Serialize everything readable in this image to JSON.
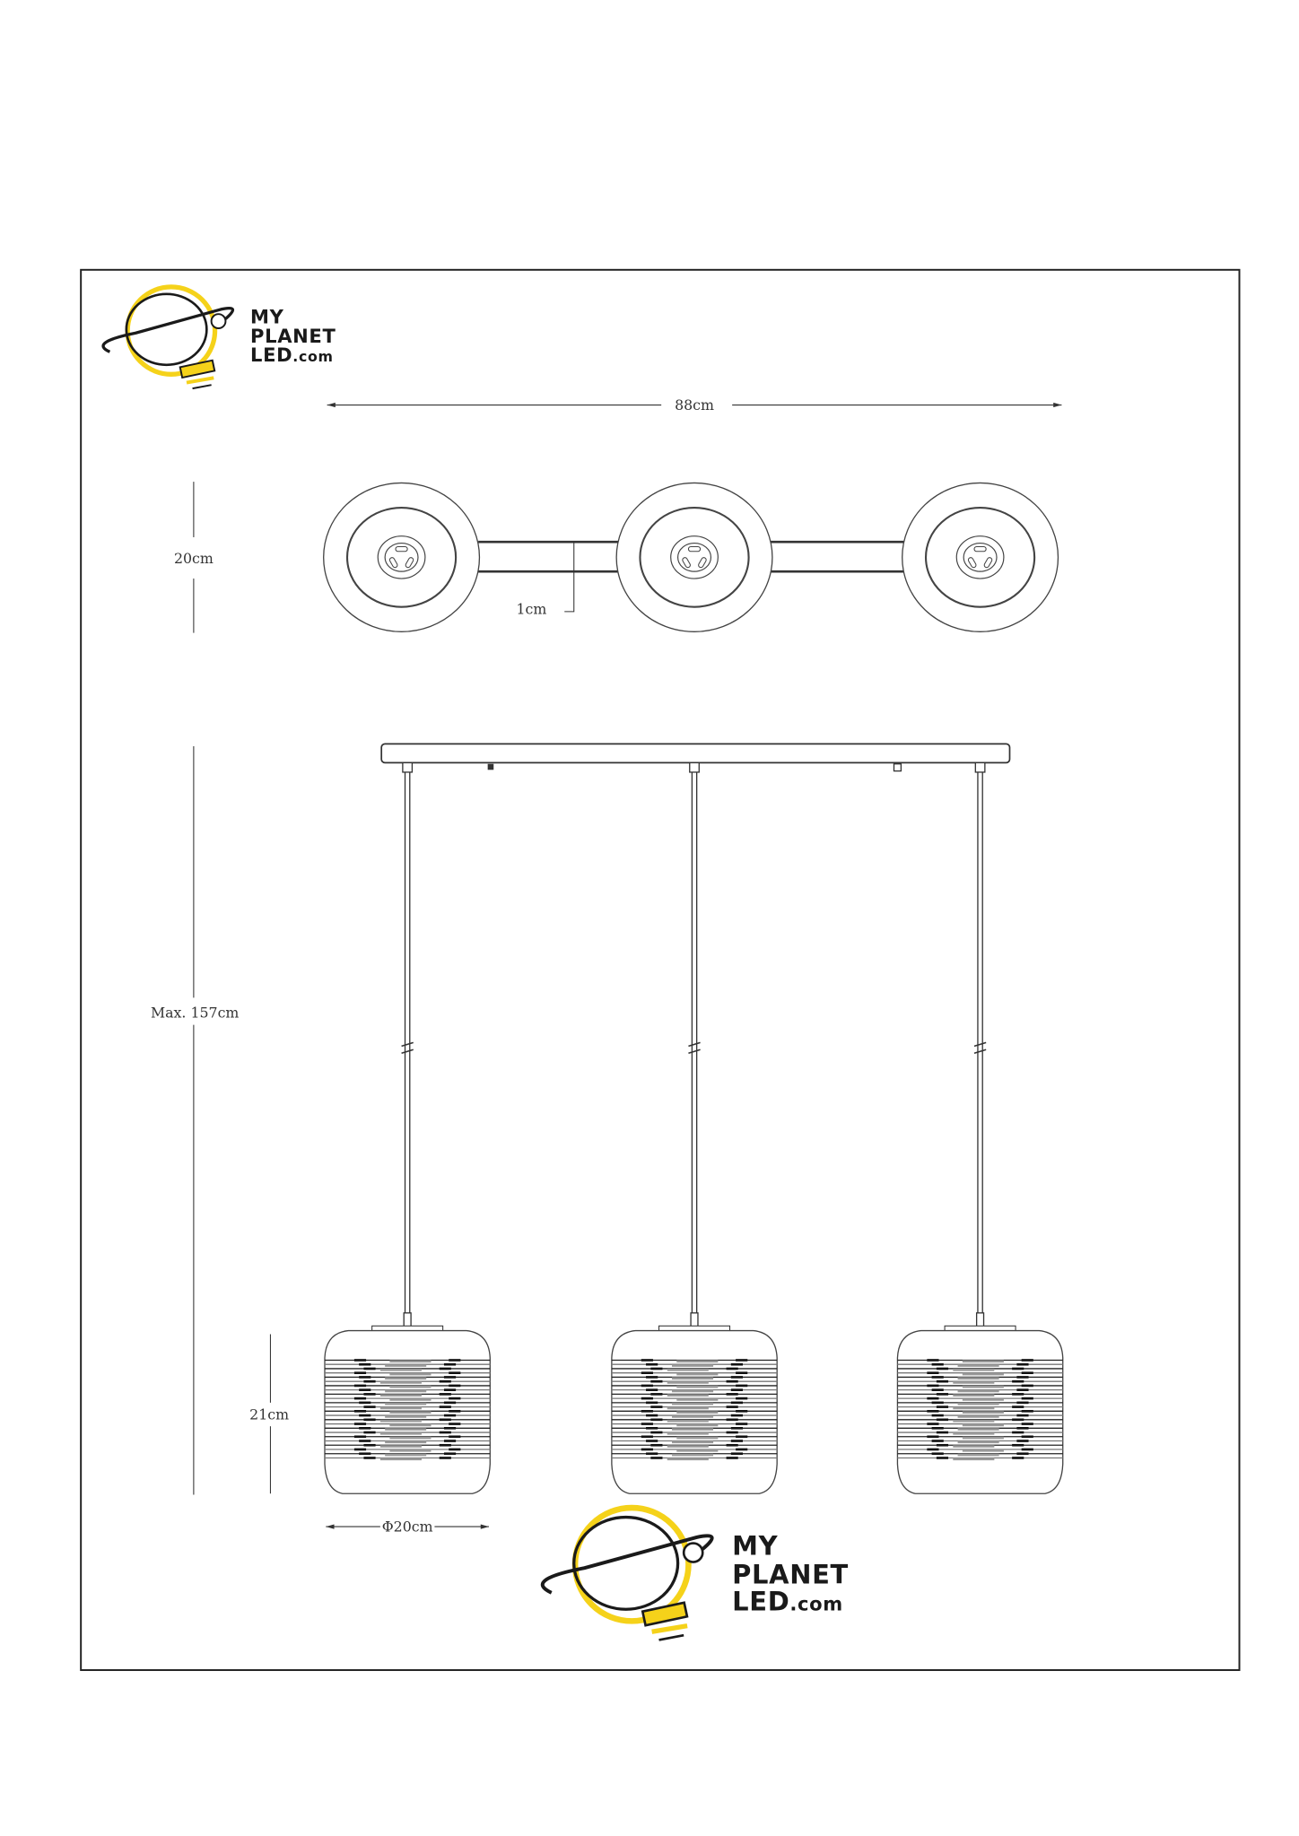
{
  "logo": {
    "line1": "MY",
    "line2": "PLANET",
    "line3_main": "LED",
    "line3_suffix": ".com",
    "brand_yellow": "#f5d21a",
    "brand_dark": "#1a1a1a"
  },
  "dimensions": {
    "total_width": "88cm",
    "canopy_depth": "20cm",
    "bar_width": "1cm",
    "max_height": "Max. 157cm",
    "shade_height": "21cm",
    "shade_diameter": "Φ20cm"
  },
  "pendant_count": 3
}
